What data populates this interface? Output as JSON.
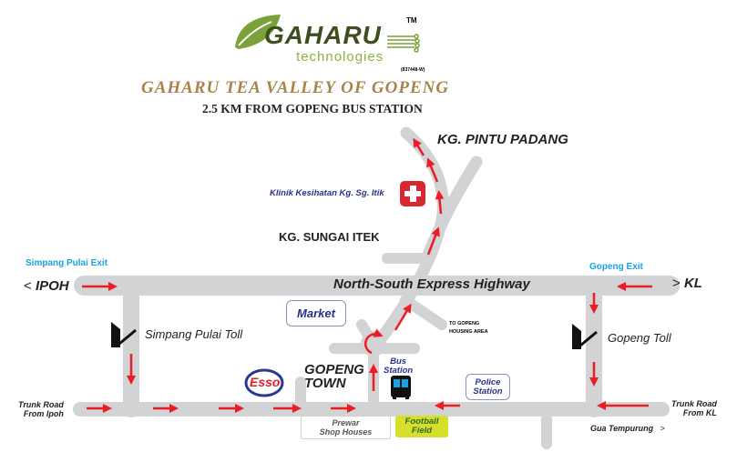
{
  "logo": {
    "brand": "GAHARU",
    "sub": "technologies",
    "tm": "TM",
    "reg": "(837448-W)"
  },
  "title": "GAHARU TEA VALLEY OF GOPENG",
  "subtitle": "2.5 KM FROM GOPENG BUS STATION",
  "labels": {
    "pintu_padang": "KG. PINTU PADANG",
    "klinik": "Klinik Kesihatan Kg. Sg. Itik",
    "sungai_itek": "KG. SUNGAI ITEK",
    "simpang_exit": "Simpang Pulai Exit",
    "gopeng_exit": "Gopeng Exit",
    "ipoh": "IPOH",
    "kl": "KL",
    "highway": "North-South Express Highway",
    "market": "Market",
    "housing": "TO GOPENG\nHOUSING AREA",
    "simpang_toll": "Simpang Pulai Toll",
    "gopeng_toll": "Gopeng Toll",
    "esso": "Esso",
    "gopeng_town": "GOPENG\nTOWN",
    "bus_station": "Bus\nStation",
    "police_station": "Police\nStation",
    "trunk_ipoh": "Trunk Road\nFrom Ipoh",
    "trunk_kl": "Trunk Road\nFrom KL",
    "gua": "Gua Tempurung",
    "prewar": "Prewar\nShop Houses",
    "football": "Football\nField"
  },
  "colors": {
    "road": "#d1d3d4",
    "arrow": "#ed1c24",
    "brand_green": "#6a8f2a",
    "title_gold": "#a8834a"
  }
}
